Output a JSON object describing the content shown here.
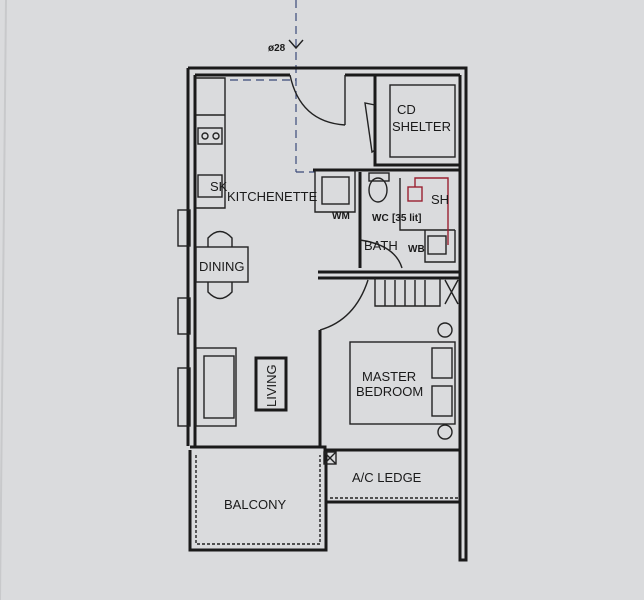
{
  "plan": {
    "pipe_label": "ø28",
    "rooms": {
      "cd_shelter_line1": "CD",
      "cd_shelter_line2": "SHELTER",
      "kitchenette": "KITCHENETTE",
      "sink": "SK",
      "washing_machine": "WM",
      "wc": "WC",
      "heater_capacity": "[35 lit]",
      "shower_heater": "SH",
      "wash_basin": "WB",
      "bath": "BATH",
      "dining": "DINING",
      "living": "LIVING",
      "master_line1": "MASTER",
      "master_line2": "BEDROOM",
      "ac_ledge": "A/C LEDGE",
      "balcony": "BALCONY"
    },
    "colors": {
      "paper": "#d9dadc",
      "lines": "#1a1a1a",
      "pipe": "#3a4a7a",
      "heater": "#9a2030"
    }
  }
}
